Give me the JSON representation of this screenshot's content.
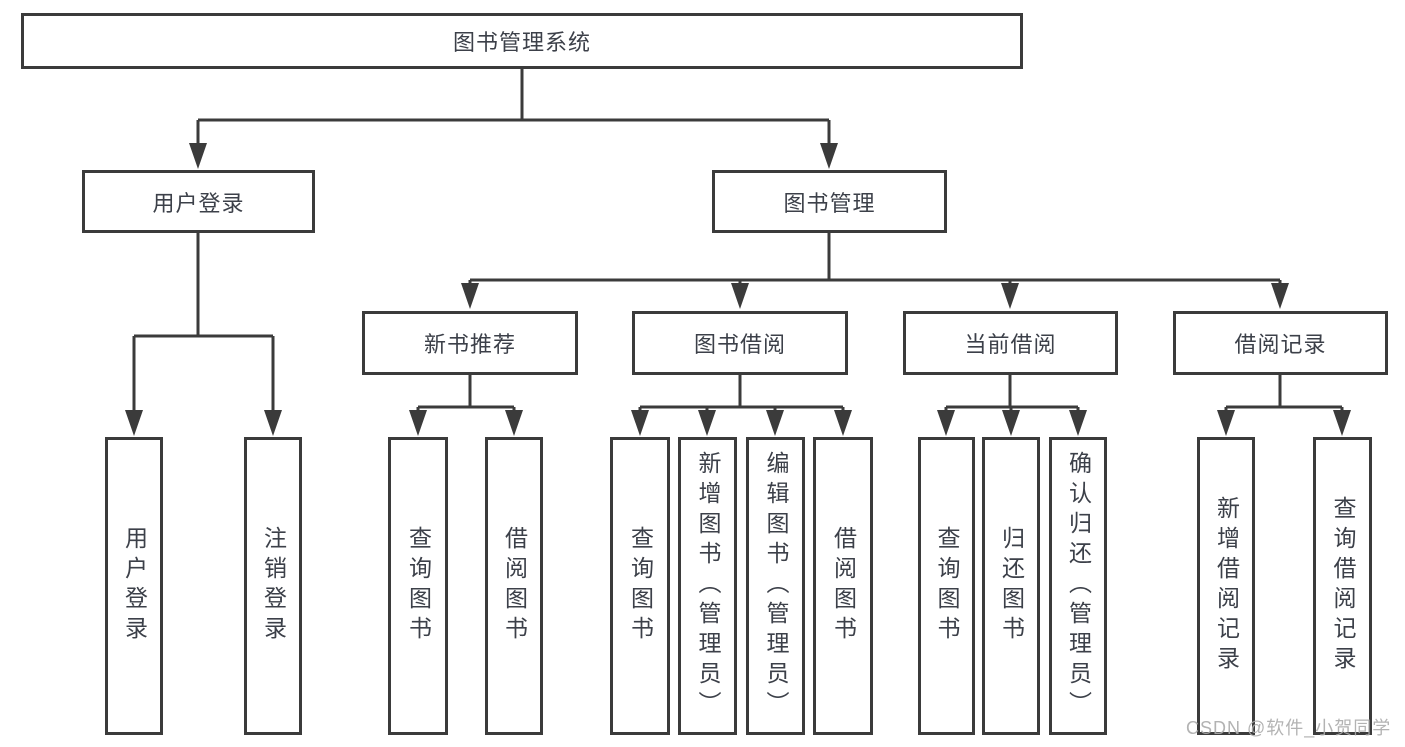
{
  "diagram_title": "图书管理系统",
  "colors": {
    "line": "#3b3b3b",
    "box_border": "#3b3b3b",
    "text": "#3c4049",
    "watermark": "#ababab",
    "background": "#ffffff"
  },
  "tree": {
    "label": "图书管理系统",
    "children": [
      {
        "label": "用户登录",
        "children": [
          {
            "label": "用户登录"
          },
          {
            "label": "注销登录"
          }
        ]
      },
      {
        "label": "图书管理",
        "children": [
          {
            "label": "新书推荐",
            "children": [
              {
                "label": "查询图书"
              },
              {
                "label": "借阅图书"
              }
            ]
          },
          {
            "label": "图书借阅",
            "children": [
              {
                "label": "查询图书"
              },
              {
                "label": "新增图书（管理员）"
              },
              {
                "label": "编辑图书（管理员）"
              },
              {
                "label": "借阅图书"
              }
            ]
          },
          {
            "label": "当前借阅",
            "children": [
              {
                "label": "查询图书"
              },
              {
                "label": "归还图书"
              },
              {
                "label": "确认归还（管理员）"
              }
            ]
          },
          {
            "label": "借阅记录",
            "children": [
              {
                "label": "新增借阅记录"
              },
              {
                "label": "查询借阅记录"
              }
            ]
          }
        ]
      }
    ]
  },
  "watermark": {
    "text": "CSDN @软件_小贺同学"
  }
}
